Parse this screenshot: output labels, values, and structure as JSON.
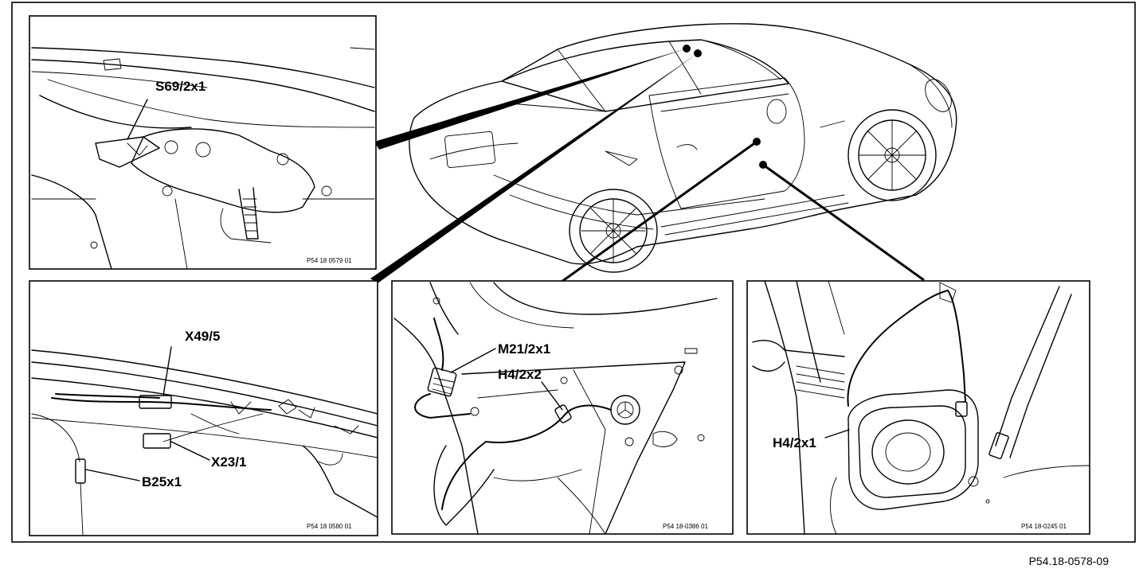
{
  "diagram": {
    "document_ref": "P54.18-0578-09",
    "panels": [
      {
        "id": "top-left",
        "photo_ref": "P54 18 0579 01",
        "labels": [
          "S69/2x1"
        ]
      },
      {
        "id": "bottom-left",
        "photo_ref": "P54 18 0580 01",
        "labels": [
          "X49/5",
          "X23/1",
          "B25x1"
        ]
      },
      {
        "id": "bottom-center",
        "photo_ref": "P54 18-0386 01",
        "labels": [
          "M21/2x1",
          "H4/2x2"
        ]
      },
      {
        "id": "bottom-right",
        "photo_ref": "P54 18-0245 01",
        "labels": [
          "H4/2x1"
        ]
      }
    ]
  }
}
